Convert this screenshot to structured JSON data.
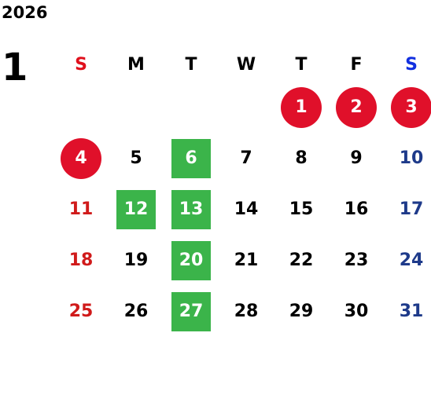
{
  "year": "2026",
  "month": "1",
  "weekdays": [
    "S",
    "M",
    "T",
    "W",
    "T",
    "F",
    "S"
  ],
  "weeks": [
    [
      {
        "day": "",
        "type": "empty"
      },
      {
        "day": "",
        "type": "empty"
      },
      {
        "day": "",
        "type": "empty"
      },
      {
        "day": "",
        "type": "empty"
      },
      {
        "day": "1",
        "type": "holiday"
      },
      {
        "day": "2",
        "type": "holiday"
      },
      {
        "day": "3",
        "type": "holiday"
      }
    ],
    [
      {
        "day": "4",
        "type": "holiday"
      },
      {
        "day": "5",
        "type": "normal"
      },
      {
        "day": "6",
        "type": "event"
      },
      {
        "day": "7",
        "type": "normal"
      },
      {
        "day": "8",
        "type": "normal"
      },
      {
        "day": "9",
        "type": "normal"
      },
      {
        "day": "10",
        "type": "normal"
      }
    ],
    [
      {
        "day": "11",
        "type": "normal"
      },
      {
        "day": "12",
        "type": "event"
      },
      {
        "day": "13",
        "type": "event"
      },
      {
        "day": "14",
        "type": "normal"
      },
      {
        "day": "15",
        "type": "normal"
      },
      {
        "day": "16",
        "type": "normal"
      },
      {
        "day": "17",
        "type": "normal"
      }
    ],
    [
      {
        "day": "18",
        "type": "normal"
      },
      {
        "day": "19",
        "type": "normal"
      },
      {
        "day": "20",
        "type": "event"
      },
      {
        "day": "21",
        "type": "normal"
      },
      {
        "day": "22",
        "type": "normal"
      },
      {
        "day": "23",
        "type": "normal"
      },
      {
        "day": "24",
        "type": "normal"
      }
    ],
    [
      {
        "day": "25",
        "type": "normal"
      },
      {
        "day": "26",
        "type": "normal"
      },
      {
        "day": "27",
        "type": "event"
      },
      {
        "day": "28",
        "type": "normal"
      },
      {
        "day": "29",
        "type": "normal"
      },
      {
        "day": "30",
        "type": "normal"
      },
      {
        "day": "31",
        "type": "normal"
      }
    ]
  ],
  "colors": {
    "holiday": "#e0102a",
    "event": "#3bb44a",
    "sunday": "#d01a1a",
    "saturday": "#1e3a8a"
  }
}
